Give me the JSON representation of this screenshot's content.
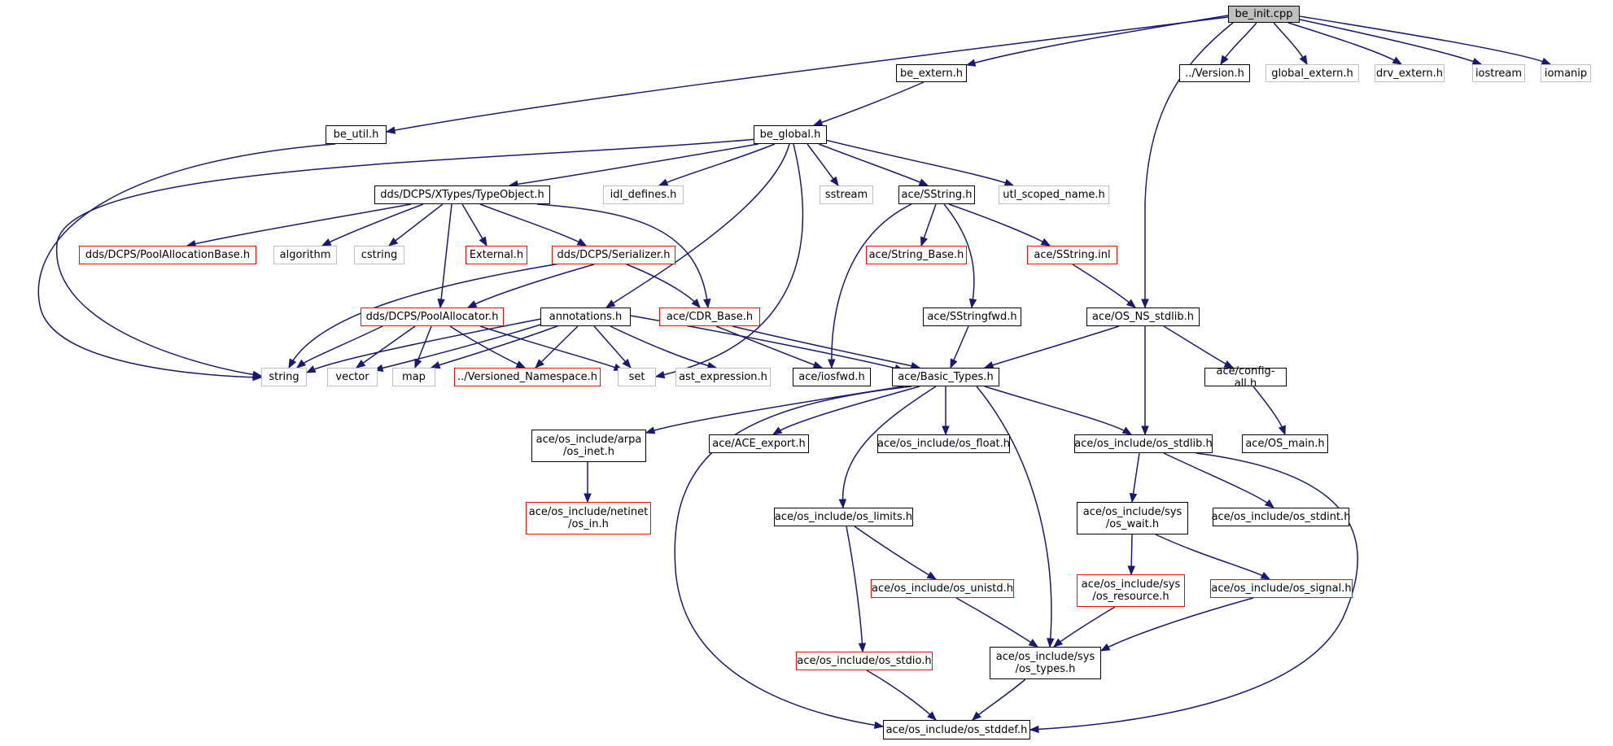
{
  "nodes": [
    {
      "id": "be_init",
      "label": "be_init.cpp",
      "style": "root"
    },
    {
      "id": "be_extern",
      "label": "be_extern.h",
      "style": "normal"
    },
    {
      "id": "version",
      "label": "../Version.h",
      "style": "normal"
    },
    {
      "id": "global_extern",
      "label": "global_extern.h",
      "style": "external"
    },
    {
      "id": "drv_extern",
      "label": "drv_extern.h",
      "style": "external"
    },
    {
      "id": "iostream",
      "label": "iostream",
      "style": "external"
    },
    {
      "id": "iomanip",
      "label": "iomanip",
      "style": "external"
    },
    {
      "id": "be_util",
      "label": "be_util.h",
      "style": "normal"
    },
    {
      "id": "be_global",
      "label": "be_global.h",
      "style": "normal"
    },
    {
      "id": "typeobject",
      "label": "dds/DCPS/XTypes/TypeObject.h",
      "style": "normal"
    },
    {
      "id": "idl_defines",
      "label": "idl_defines.h",
      "style": "external"
    },
    {
      "id": "sstream",
      "label": "sstream",
      "style": "external"
    },
    {
      "id": "sstring",
      "label": "ace/SString.h",
      "style": "normal"
    },
    {
      "id": "utl_scoped",
      "label": "utl_scoped_name.h",
      "style": "external"
    },
    {
      "id": "poolallocbase",
      "label": "dds/DCPS/PoolAllocationBase.h",
      "style": "truncated"
    },
    {
      "id": "algorithm",
      "label": "algorithm",
      "style": "external"
    },
    {
      "id": "cstring",
      "label": "cstring",
      "style": "external"
    },
    {
      "id": "external",
      "label": "External.h",
      "style": "truncated"
    },
    {
      "id": "serializer",
      "label": "dds/DCPS/Serializer.h",
      "style": "truncated"
    },
    {
      "id": "string_base",
      "label": "ace/String_Base.h",
      "style": "truncated"
    },
    {
      "id": "sstring_inl",
      "label": "ace/SString.inl",
      "style": "truncated"
    },
    {
      "id": "poolallocator",
      "label": "dds/DCPS/PoolAllocator.h",
      "style": "truncated"
    },
    {
      "id": "annotations",
      "label": "annotations.h",
      "style": "normal"
    },
    {
      "id": "cdr_base",
      "label": "ace/CDR_Base.h",
      "style": "truncated"
    },
    {
      "id": "sstringfwd",
      "label": "ace/SStringfwd.h",
      "style": "normal"
    },
    {
      "id": "os_ns_stdlib",
      "label": "ace/OS_NS_stdlib.h",
      "style": "normal"
    },
    {
      "id": "string",
      "label": "string",
      "style": "external"
    },
    {
      "id": "vector",
      "label": "vector",
      "style": "external"
    },
    {
      "id": "map",
      "label": "map",
      "style": "external"
    },
    {
      "id": "versioned_ns",
      "label": "../Versioned_Namespace.h",
      "style": "truncated"
    },
    {
      "id": "set",
      "label": "set",
      "style": "external"
    },
    {
      "id": "ast_expression",
      "label": "ast_expression.h",
      "style": "external"
    },
    {
      "id": "iosfwd",
      "label": "ace/iosfwd.h",
      "style": "normal"
    },
    {
      "id": "basic_types",
      "label": "ace/Basic_Types.h",
      "style": "normal"
    },
    {
      "id": "config_all",
      "label": "ace/config-all.h",
      "style": "normal"
    },
    {
      "id": "os_inet",
      "label": "ace/os_include/arpa\n/os_inet.h",
      "style": "normal"
    },
    {
      "id": "ace_export",
      "label": "ace/ACE_export.h",
      "style": "normal"
    },
    {
      "id": "os_float",
      "label": "ace/os_include/os_float.h",
      "style": "normal"
    },
    {
      "id": "os_stdlib",
      "label": "ace/os_include/os_stdlib.h",
      "style": "normal"
    },
    {
      "id": "os_main",
      "label": "ace/OS_main.h",
      "style": "normal"
    },
    {
      "id": "os_in",
      "label": "ace/os_include/netinet\n/os_in.h",
      "style": "truncated"
    },
    {
      "id": "os_limits",
      "label": "ace/os_include/os_limits.h",
      "style": "normal"
    },
    {
      "id": "os_wait",
      "label": "ace/os_include/sys\n/os_wait.h",
      "style": "normal"
    },
    {
      "id": "os_stdint",
      "label": "ace/os_include/os_stdint.h",
      "style": "normal"
    },
    {
      "id": "os_unistd",
      "label": "ace/os_include/os_unistd.h",
      "style": "truncated"
    },
    {
      "id": "os_resource",
      "label": "ace/os_include/sys\n/os_resource.h",
      "style": "truncated"
    },
    {
      "id": "os_signal",
      "label": "ace/os_include/os_signal.h",
      "style": "truncated"
    },
    {
      "id": "os_stdio",
      "label": "ace/os_include/os_stdio.h",
      "style": "truncated"
    },
    {
      "id": "os_types",
      "label": "ace/os_include/sys\n/os_types.h",
      "style": "normal"
    },
    {
      "id": "os_stddef",
      "label": "ace/os_include/os_stddef.h",
      "style": "normal"
    }
  ],
  "edges": [
    [
      "be_init",
      "be_extern"
    ],
    [
      "be_init",
      "version"
    ],
    [
      "be_init",
      "global_extern"
    ],
    [
      "be_init",
      "drv_extern"
    ],
    [
      "be_init",
      "iostream"
    ],
    [
      "be_init",
      "iomanip"
    ],
    [
      "be_init",
      "be_util"
    ],
    [
      "be_init",
      "os_ns_stdlib"
    ],
    [
      "be_extern",
      "be_global"
    ],
    [
      "be_util",
      "string"
    ],
    [
      "be_global",
      "typeobject"
    ],
    [
      "be_global",
      "idl_defines"
    ],
    [
      "be_global",
      "sstream"
    ],
    [
      "be_global",
      "sstring"
    ],
    [
      "be_global",
      "utl_scoped"
    ],
    [
      "be_global",
      "annotations"
    ],
    [
      "be_global",
      "string"
    ],
    [
      "be_global",
      "set"
    ],
    [
      "typeobject",
      "poolallocbase"
    ],
    [
      "typeobject",
      "algorithm"
    ],
    [
      "typeobject",
      "cstring"
    ],
    [
      "typeobject",
      "external"
    ],
    [
      "typeobject",
      "serializer"
    ],
    [
      "typeobject",
      "poolallocator"
    ],
    [
      "typeobject",
      "cdr_base"
    ],
    [
      "sstring",
      "string_base"
    ],
    [
      "sstring",
      "sstring_inl"
    ],
    [
      "sstring",
      "sstringfwd"
    ],
    [
      "sstring",
      "iosfwd"
    ],
    [
      "sstring_inl",
      "os_ns_stdlib"
    ],
    [
      "serializer",
      "poolallocator"
    ],
    [
      "serializer",
      "cdr_base"
    ],
    [
      "serializer",
      "string"
    ],
    [
      "poolallocator",
      "string"
    ],
    [
      "poolallocator",
      "vector"
    ],
    [
      "poolallocator",
      "map"
    ],
    [
      "poolallocator",
      "versioned_ns"
    ],
    [
      "poolallocator",
      "set"
    ],
    [
      "annotations",
      "string"
    ],
    [
      "annotations",
      "vector"
    ],
    [
      "annotations",
      "map"
    ],
    [
      "annotations",
      "versioned_ns"
    ],
    [
      "annotations",
      "set"
    ],
    [
      "annotations",
      "ast_expression"
    ],
    [
      "annotations",
      "basic_types"
    ],
    [
      "cdr_base",
      "iosfwd"
    ],
    [
      "cdr_base",
      "basic_types"
    ],
    [
      "sstringfwd",
      "basic_types"
    ],
    [
      "os_ns_stdlib",
      "basic_types"
    ],
    [
      "os_ns_stdlib",
      "os_stdlib"
    ],
    [
      "os_ns_stdlib",
      "config_all"
    ],
    [
      "config_all",
      "os_main"
    ],
    [
      "basic_types",
      "os_inet"
    ],
    [
      "basic_types",
      "ace_export"
    ],
    [
      "basic_types",
      "os_float"
    ],
    [
      "basic_types",
      "os_stdlib"
    ],
    [
      "basic_types",
      "os_limits"
    ],
    [
      "basic_types",
      "os_types"
    ],
    [
      "basic_types",
      "os_stddef"
    ],
    [
      "os_inet",
      "os_in"
    ],
    [
      "os_stdlib",
      "os_wait"
    ],
    [
      "os_stdlib",
      "os_stdint"
    ],
    [
      "os_stdlib",
      "os_stddef"
    ],
    [
      "os_limits",
      "os_unistd"
    ],
    [
      "os_limits",
      "os_stdio"
    ],
    [
      "os_wait",
      "os_resource"
    ],
    [
      "os_wait",
      "os_signal"
    ],
    [
      "os_unistd",
      "os_types"
    ],
    [
      "os_resource",
      "os_types"
    ],
    [
      "os_signal",
      "os_types"
    ],
    [
      "os_stdio",
      "os_stddef"
    ],
    [
      "os_types",
      "os_stddef"
    ]
  ],
  "colors": {
    "edge": "#191970",
    "root_fill": "#bfbfbf",
    "normal_border": "#000000",
    "external_border": "#bfbfbf",
    "truncated_border": "#ff0000"
  }
}
